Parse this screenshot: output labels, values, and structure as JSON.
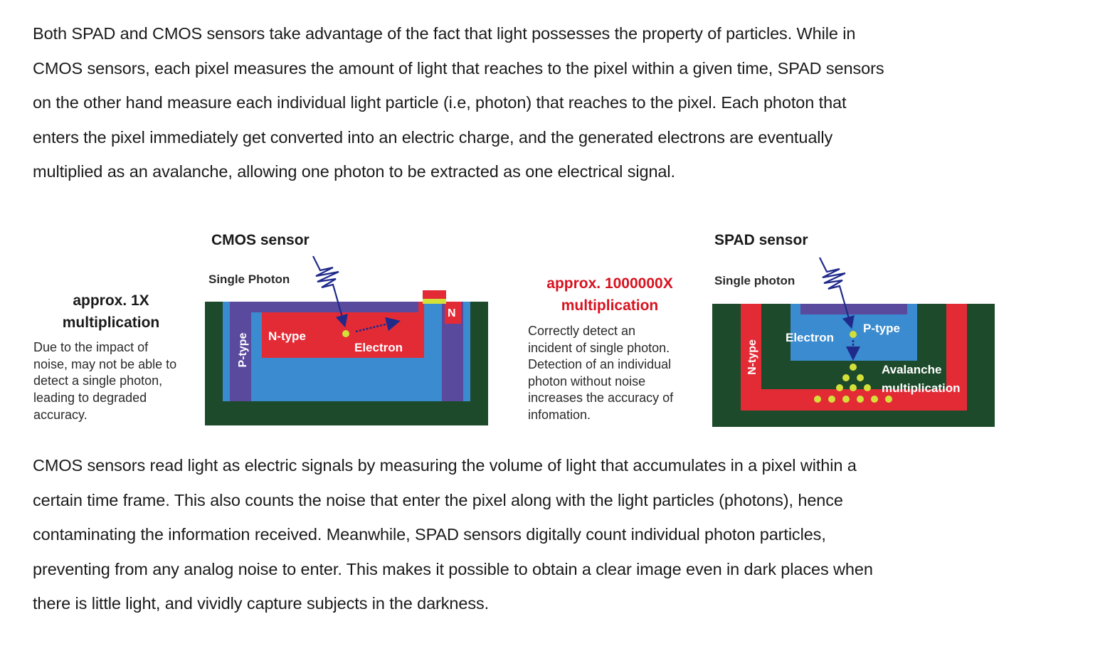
{
  "intro_paragraph": [
    "Both SPAD and CMOS sensors take advantage of the fact that light possesses the property of particles. While in",
    "CMOS sensors, each pixel measures the amount of light that reaches to the pixel within a given time, SPAD sensors",
    "on the other hand measure each individual light particle (i.e, photon) that reaches to the pixel. Each photon that",
    "enters the pixel immediately get converted into an electric charge, and the generated electrons are eventually",
    "multiplied as an avalanche, allowing one photon to be extracted as one electrical signal."
  ],
  "diagram": {
    "cmos": {
      "title": "CMOS sensor",
      "photon_label": "Single Photon",
      "n_type": "N-type",
      "p_type": "P-type",
      "electron": "Electron",
      "n_contact": "N",
      "multiplication": [
        "approx. 1X",
        "multiplication"
      ],
      "description": [
        "Due to the impact of",
        "noise, may not be able to",
        "detect a single photon,",
        "leading to degraded",
        "accuracy."
      ]
    },
    "spad": {
      "title": "SPAD sensor",
      "photon_label": "Single photon",
      "n_type": "N-type",
      "p_type": "P-type",
      "electron": "Electron",
      "avalanche": [
        "Avalanche",
        "multiplication"
      ],
      "multiplication": [
        "approx. 1000000X",
        "multiplication"
      ],
      "description": [
        "Correctly detect an",
        "incident of single photon.",
        "Detection of an individual",
        "photon without noise",
        "increases the accuracy of",
        "infomation."
      ]
    },
    "colors": {
      "green": "#1c4a2a",
      "blue": "#3a8bcf",
      "purple": "#5a4a9e",
      "red": "#e32b36",
      "yellow": "#d4e03a",
      "navy": "#1f2a8a",
      "accent_red": "#d8121f"
    }
  },
  "outro_paragraph": [
    "CMOS sensors read light as electric signals by measuring the volume of light that accumulates in a pixel within a",
    "certain time frame. This also counts the noise that enter the pixel along with the light particles (photons), hence",
    "contaminating the information received. Meanwhile, SPAD sensors digitally count individual photon particles,",
    "preventing from any analog noise to enter. This makes it possible to obtain a clear image even in dark places when",
    "there is little light, and vividly capture subjects in the darkness."
  ]
}
